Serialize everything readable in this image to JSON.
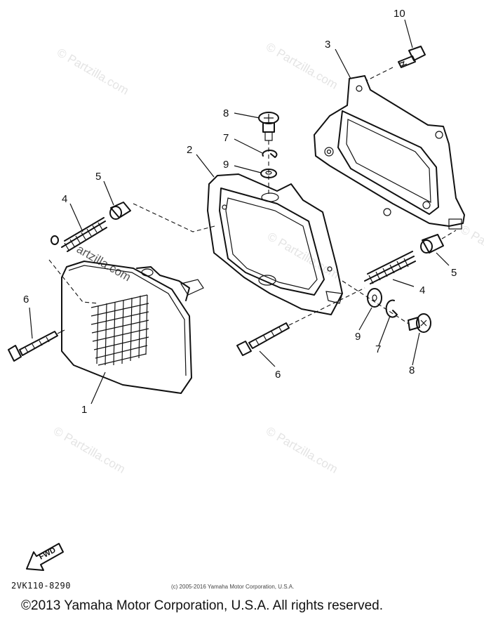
{
  "diagram": {
    "callouts": {
      "c1": "1",
      "c2": "2",
      "c3": "3",
      "c4a": "4",
      "c4b": "4",
      "c5a": "5",
      "c5b": "5",
      "c6a": "6",
      "c6b": "6",
      "c7a": "7",
      "c7b": "7",
      "c8a": "8",
      "c8b": "8",
      "c9a": "9",
      "c9b": "9",
      "c10": "10"
    },
    "watermarks": {
      "w1": "© Partzilla.com",
      "w2": "© Partzilla.com",
      "w3": "© Partzilla.com",
      "w4": "© Partzilla.com",
      "w5": "© Partzilla.com",
      "w6": "© Partzilla.com",
      "w7": "artzilla.com"
    },
    "direction_label": "FWD",
    "diagram_code": "2VK110-8290",
    "small_copyright": "(c) 2005-2016 Yamaha Motor Corporation, U.S.A.",
    "copyright": "©2013 Yamaha Motor Corporation, U.S.A. All rights reserved."
  },
  "colors": {
    "ink": "#111111",
    "watermark": "#e4e4e4",
    "background": "#ffffff"
  }
}
